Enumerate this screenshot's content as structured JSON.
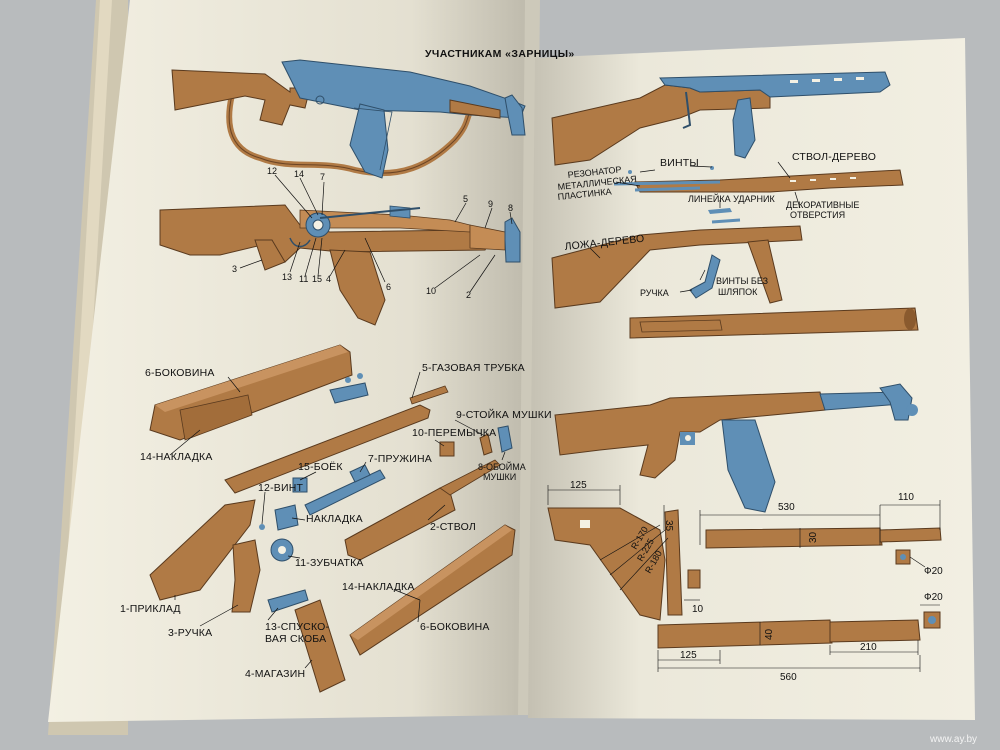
{
  "page": {
    "header": "УЧАСТНИКАМ «ЗАРНИЦЫ»",
    "watermark": "www.ay.by"
  },
  "left": {
    "callouts": [
      "12",
      "14",
      "7",
      "5",
      "9",
      "8",
      "3",
      "13",
      "11",
      "15",
      "4",
      "6",
      "10",
      "2"
    ],
    "parts": {
      "p6_bokovina": "6-БОКОВИНА",
      "p14_nakladka_top": "14-НАКЛАДКА",
      "p5_gaz": "5-ГАЗОВАЯ ТРУБКА",
      "p9_stoika": "9-СТОЙКА МУШКИ",
      "p10_peremychka": "10-ПЕРЕМЫЧКА",
      "p7_pruzhina": "7-ПРУЖИНА",
      "p15_boek": "15-БОЁК",
      "p8_oboima_1": "8-ОБОЙМА",
      "p8_oboima_2": "МУШКИ",
      "p12_vint": "12-ВИНТ",
      "p_nakladka": "НАКЛАДКА",
      "p2_stvol": "2-СТВОЛ",
      "p11_zubchatka": "11-ЗУБЧАТКА",
      "p14_nakladka_bot": "14-НАКЛАДКА",
      "p1_priklad": "1-ПРИКЛАД",
      "p3_ruchka": "3-РУЧКА",
      "p13_a": "13-СПУСКО-",
      "p13_b": "ВАЯ СКОБА",
      "p6_bokovina_bot": "6-БОКОВИНА",
      "p4_magazin": "4-МАГАЗИН"
    }
  },
  "right": {
    "labels": {
      "vinty": "ВИНТЫ",
      "rezonator": "РЕЗОНАТОР",
      "metal_1": "МЕТАЛЛИЧЕСКАЯ",
      "metal_2": "ПЛАСТИНКА",
      "stvol_derevo": "СТВОЛ-ДЕРЕВО",
      "lineika": "ЛИНЕЙКА УДАРНИК",
      "dekor_1": "ДЕКОРАТИВНЫЕ",
      "dekor_2": "ОТВЕРСТИЯ",
      "lozha": "ЛОЖА-ДЕРЕВО",
      "ruchka": "РУЧКА",
      "vinty_bez_1": "ВИНТЫ БЕЗ",
      "vinty_bez_2": "ШЛЯПОК"
    },
    "dims": {
      "d125a": "125",
      "d35": "35",
      "r170": "R-170",
      "r225": "R-225",
      "r180": "R-180",
      "d530": "530",
      "d110": "110",
      "d30": "30",
      "d10": "10",
      "phi20a": "Ф20",
      "phi20b": "Ф20",
      "d40": "40",
      "d210": "210",
      "d125b": "125",
      "d560": "560"
    }
  },
  "colors": {
    "wood": "#b07a45",
    "wood_dark": "#8a5a2e",
    "metal": "#5f8fb6",
    "paper": "#f4f1e4"
  }
}
